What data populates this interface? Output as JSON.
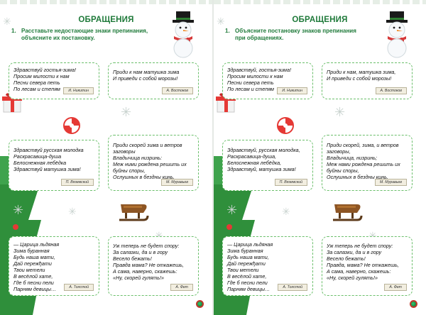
{
  "left_page": {
    "title": "ОБРАЩЕНИЯ",
    "task_number": "1.",
    "task_text": "Расставьте недостающие знаки препинания, объясните их постановку.",
    "poems": [
      {
        "lines": [
          "Здравствуй гостья-зима!",
          "Просим милости к нам",
          "Песни севера петь",
          "По лесам и степям"
        ],
        "author": "И. Никитин"
      },
      {
        "lines": [
          "Приди к нам  матушка зима",
          "И приведи с собой морозы!"
        ],
        "author": "А. Востоков"
      },
      {
        "lines": [
          "Здравствуй русская молодка",
          "Раскрасавица-душа",
          "Белоснежная лебёдка",
          "Здравствуй матушка зима!"
        ],
        "author": "П. Вяземский"
      },
      {
        "lines": [
          "Приди скорей зима и ветров",
          "заговоры",
          "Владычица  низринь:",
          "Меж ними рождена решить их",
          "буйны споры,",
          "Ослушных в бездны кинь."
        ],
        "author": "М. Муравьев"
      },
      {
        "lines": [
          "— Царица льдяная",
          "Зима буранная",
          "Будь наша мати,",
          "Дай пережђати",
          "Твои метели",
          "В весёлой хате,",
          "Где б песни пели",
          "Парням девицы…"
        ],
        "author": "А. Толстой"
      },
      {
        "lines": [
          "Уж теперь не будет спору:",
          "За салазки, да и в гору",
          "Весело бежать!",
          "Правда мама? Не откажешь,",
          "А сама, наверно, скажешь:",
          "«Ну, скорей гулять!»"
        ],
        "author": "А. Фет"
      }
    ]
  },
  "right_page": {
    "title": "ОБРАЩЕНИЯ",
    "task_number": "1.",
    "task_text": "Объясните постановку знаков препинания при обращениях.",
    "poems": [
      {
        "lines": [
          "Здравствуй, гостья-зима!",
          "Просим милости к нам",
          "Песни севера петь",
          "По лесам и степям"
        ],
        "author": "И. Никитин"
      },
      {
        "lines": [
          "Приди к нам, матушка зима,",
          "И приведи с собой морозы!"
        ],
        "author": "А. Востоков"
      },
      {
        "lines": [
          "Здравствуй, русская молодка,",
          "Раскрасавица-душа,",
          "Белоснежная лебёдка,",
          "Здравствуй, матушка зима!"
        ],
        "author": "П. Вяземский"
      },
      {
        "lines": [
          "Приди скорей, зима, и ветров",
          "заговоры,",
          "Владычица, низринь;",
          "Меж нами рождена решить их",
          "буйны споры,",
          "Ослушных в бездны кинь."
        ],
        "author": "М. Муравьев"
      },
      {
        "lines": [
          "— Царица льдяная",
          "Зима буранная",
          "Будь наша мати,",
          "Дай пережђати",
          "Твои метели",
          "В весёлой хате,",
          "Где б песни пели",
          "Парням девицы…"
        ],
        "author": "А. Толстой"
      },
      {
        "lines": [
          "Уж теперь не будет спору:",
          "За салазки, да и в гору",
          "Весело бежать!",
          "Правда, мама? Не откажешь,",
          "А сама, наверно, скажешь:",
          "«Ну, скорей гулять!»"
        ],
        "author": "А. Фет"
      }
    ]
  },
  "icons": [
    "snowman-icon",
    "gift-box-icon",
    "candy-icon",
    "christmas-tree-icon",
    "sled-icon",
    "snowflake-icon",
    "ornament-icon"
  ],
  "colors": {
    "accent_green": "#1f7a3a",
    "frame_green": "#6bbf6b",
    "snowman_hat": "#1a1a1a",
    "scarf_red": "#d63a3a",
    "tree_green": "#2f8f3b"
  }
}
